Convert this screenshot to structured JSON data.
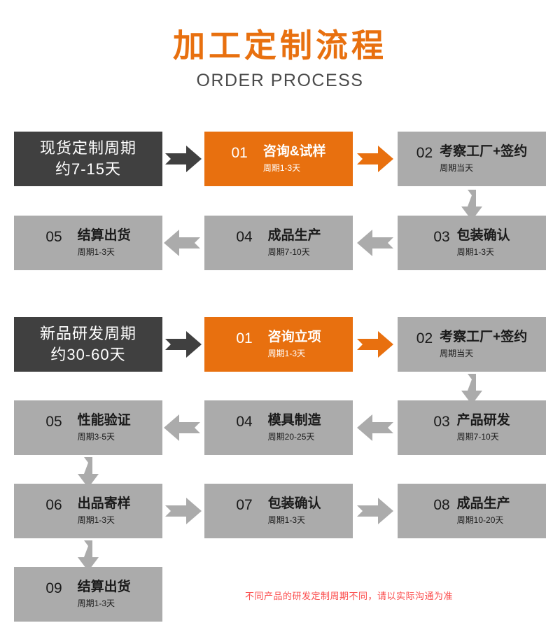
{
  "header": {
    "title_cn": "加工定制流程",
    "title_en": "ORDER PROCESS"
  },
  "colors": {
    "accent_orange": "#e8700f",
    "dark_box": "#404040",
    "grey_box": "#ababab",
    "note_red": "#fb4b4b",
    "grey_arrow": "#ababab",
    "dark_arrow": "#404040"
  },
  "section_stock": {
    "header_box": {
      "line1": "现货定制周期",
      "line2": "约7-15天"
    },
    "steps": [
      {
        "num": "01",
        "label": "咨询&试样",
        "sub": "周期1-3天",
        "color": "orange"
      },
      {
        "num": "02",
        "label": "考察工厂+签约",
        "sub": "周期当天",
        "color": "grey"
      },
      {
        "num": "03",
        "label": "包装确认",
        "sub": "周期1-3天",
        "color": "grey"
      },
      {
        "num": "04",
        "label": "成品生产",
        "sub": "周期7-10天",
        "color": "grey"
      },
      {
        "num": "05",
        "label": "结算出货",
        "sub": "周期1-3天",
        "color": "grey"
      }
    ]
  },
  "section_rnd": {
    "header_box": {
      "line1": "新品研发周期",
      "line2": "约30-60天"
    },
    "steps": [
      {
        "num": "01",
        "label": "咨询立项",
        "sub": "周期1-3天",
        "color": "orange"
      },
      {
        "num": "02",
        "label": "考察工厂+签约",
        "sub": "周期当天",
        "color": "grey"
      },
      {
        "num": "03",
        "label": "产品研发",
        "sub": "周期7-10天",
        "color": "grey"
      },
      {
        "num": "04",
        "label": "模具制造",
        "sub": "周期20-25天",
        "color": "grey"
      },
      {
        "num": "05",
        "label": "性能验证",
        "sub": "周期3-5天",
        "color": "grey"
      },
      {
        "num": "06",
        "label": "出品寄样",
        "sub": "周期1-3天",
        "color": "grey"
      },
      {
        "num": "07",
        "label": "包装确认",
        "sub": "周期1-3天",
        "color": "grey"
      },
      {
        "num": "08",
        "label": "成品生产",
        "sub": "周期10-20天",
        "color": "grey"
      },
      {
        "num": "09",
        "label": "结算出货",
        "sub": "周期1-3天",
        "color": "grey"
      }
    ]
  },
  "footnote": "不同产品的研发定制周期不同，请以实际沟通为准"
}
